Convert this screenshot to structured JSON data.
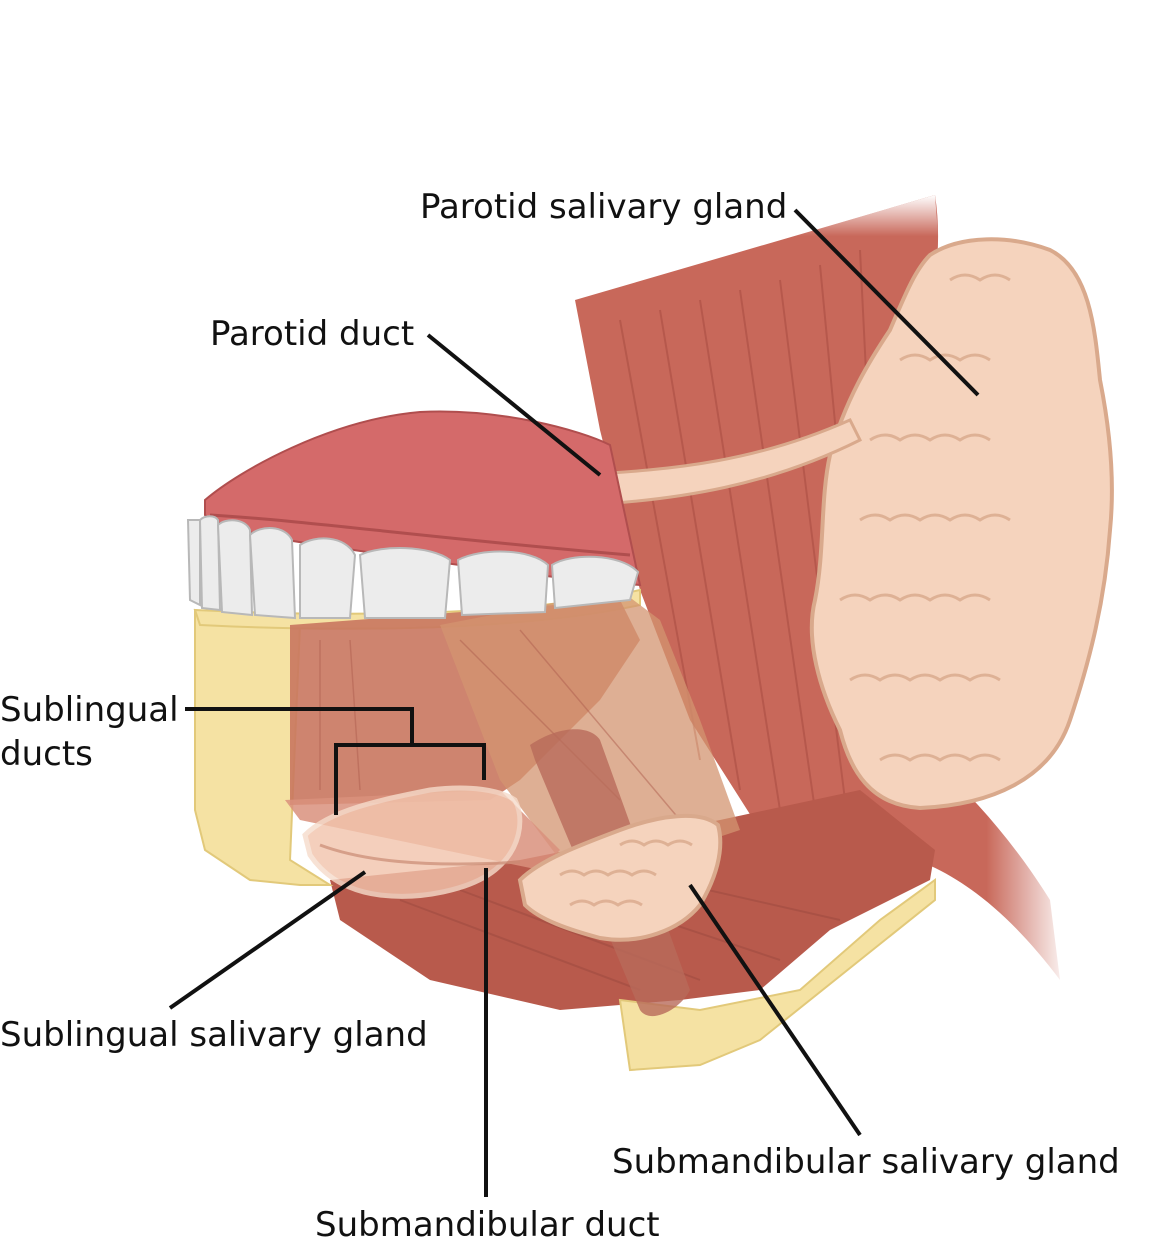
{
  "labels": {
    "parotid_gland": "Parotid salivary gland",
    "parotid_duct": "Parotid duct",
    "sublingual_ducts_line1": "Sublingual",
    "sublingual_ducts_line2": "ducts",
    "sublingual_gland": "Sublingual salivary gland",
    "submandibular_gland": "Submandibular salivary gland",
    "submandibular_duct": "Submandibular duct"
  },
  "colors": {
    "muscle": "#c8685a",
    "muscle_dark": "#a84c42",
    "gum": "#d46a6a",
    "tooth": "#ececec",
    "bone": "#f5e2a3",
    "gland": "#f5d3bd",
    "gland_edge": "#d9a98c",
    "leader_line": "#111111"
  }
}
